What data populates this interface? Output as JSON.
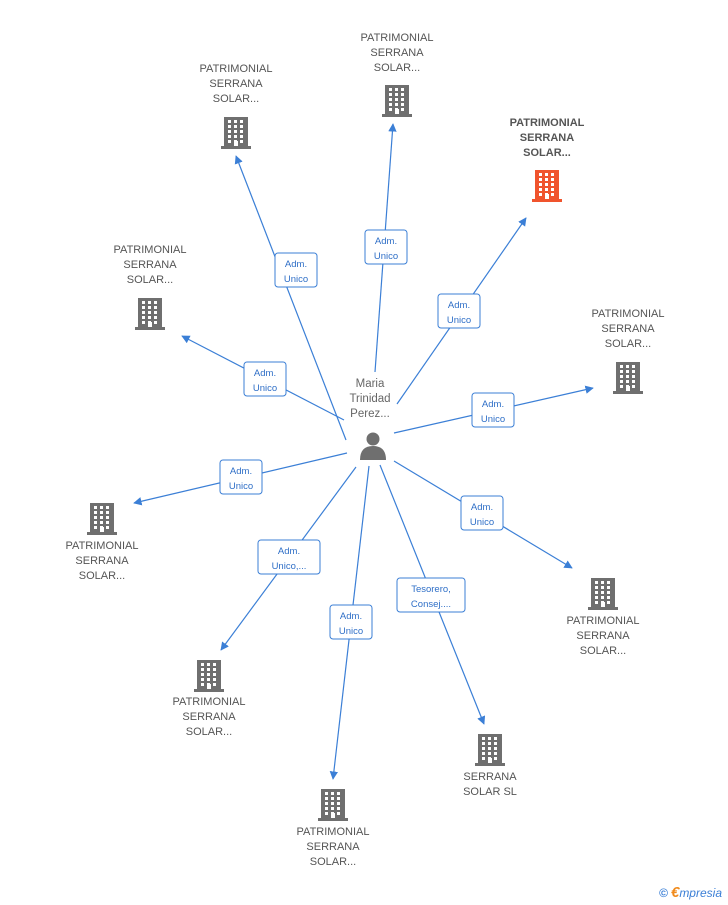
{
  "center": {
    "label": [
      "Maria",
      "Trinidad",
      "Perez..."
    ],
    "icon": "person-icon"
  },
  "colors": {
    "edge": "#3b7fd6",
    "company": "#6f6f6f",
    "highlight": "#f0542d"
  },
  "nodes": [
    {
      "id": "n1",
      "label": [
        "PATRIMONIAL",
        "SERRANA",
        "SOLAR..."
      ],
      "icon": "building-icon",
      "highlight": false,
      "role": [
        "Adm.",
        "Unico"
      ]
    },
    {
      "id": "n2",
      "label": [
        "PATRIMONIAL",
        "SERRANA",
        "SOLAR..."
      ],
      "icon": "building-icon",
      "highlight": false,
      "role": [
        "Adm.",
        "Unico"
      ]
    },
    {
      "id": "n3",
      "label": [
        "PATRIMONIAL",
        "SERRANA",
        "SOLAR..."
      ],
      "icon": "building-icon",
      "highlight": true,
      "role": [
        "Adm.",
        "Unico"
      ]
    },
    {
      "id": "n4",
      "label": [
        "PATRIMONIAL",
        "SERRANA",
        "SOLAR..."
      ],
      "icon": "building-icon",
      "highlight": false,
      "role": [
        "Adm.",
        "Unico"
      ]
    },
    {
      "id": "n5",
      "label": [
        "PATRIMONIAL",
        "SERRANA",
        "SOLAR..."
      ],
      "icon": "building-icon",
      "highlight": false,
      "role": [
        "Adm.",
        "Unico"
      ]
    },
    {
      "id": "n6",
      "label": [
        "PATRIMONIAL",
        "SERRANA",
        "SOLAR..."
      ],
      "icon": "building-icon",
      "highlight": false,
      "role": [
        "Adm.",
        "Unico"
      ]
    },
    {
      "id": "n7",
      "label": [
        "PATRIMONIAL",
        "SERRANA",
        "SOLAR..."
      ],
      "icon": "building-icon",
      "highlight": false,
      "role": [
        "Adm.",
        "Unico"
      ]
    },
    {
      "id": "n8",
      "label": [
        "SERRANA",
        "SOLAR SL"
      ],
      "icon": "building-icon",
      "highlight": false,
      "role": [
        "Tesorero,",
        "Consej...."
      ]
    },
    {
      "id": "n9",
      "label": [
        "PATRIMONIAL",
        "SERRANA",
        "SOLAR..."
      ],
      "icon": "building-icon",
      "highlight": false,
      "role": [
        "Adm.",
        "Unico"
      ]
    },
    {
      "id": "n10",
      "label": [
        "PATRIMONIAL",
        "SERRANA",
        "SOLAR..."
      ],
      "icon": "building-icon",
      "highlight": false,
      "role": [
        "Adm.",
        "Unico,..."
      ]
    },
    {
      "id": "n11",
      "label": [
        "PATRIMONIAL",
        "SERRANA",
        "SOLAR..."
      ],
      "icon": "building-icon",
      "highlight": false,
      "role": [
        "Adm.",
        "Unico"
      ]
    }
  ],
  "footer": {
    "copyright": "©",
    "brand_e": "€",
    "brand": "mpresia"
  }
}
